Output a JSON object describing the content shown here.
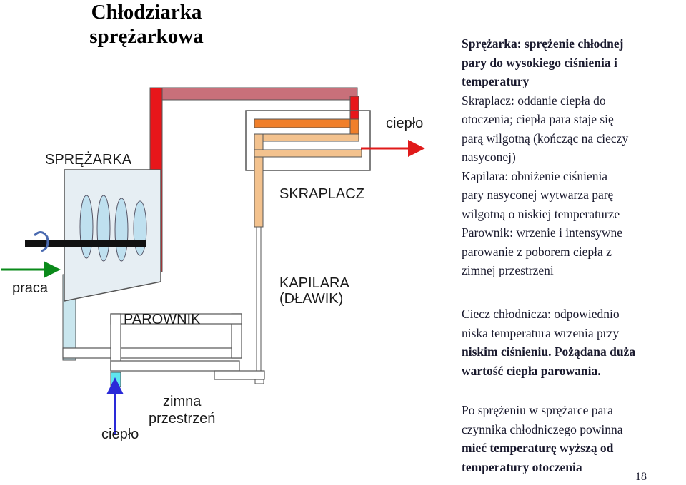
{
  "title": {
    "line1": "Chłodziarka",
    "line2": "sprężarkowa"
  },
  "labels": {
    "compressor": "SPRĘŻARKA",
    "work": "praca",
    "evaporator": "PAROWNIK",
    "condenser": "SKRAPLACZ",
    "capillary_line1": "KAPILARA",
    "capillary_line2": "(DŁAWIK)",
    "heat_out": "ciepło",
    "heat_in": "ciepło",
    "cold_space_line1": "zimna",
    "cold_space_line2": "przestrzeń"
  },
  "description": {
    "block1": [
      "Sprężarka: sprężenie chłodnej",
      "pary do wysokiego ciśnienia i",
      "temperatury",
      "Skraplacz: oddanie ciepła do",
      "otoczenia; ciepła para staje się",
      "parą wilgotną (kończąc na cieczy",
      "nasyconej)",
      "Kapilara: obniżenie ciśnienia",
      "pary nasyconej wytwarza parę",
      "wilgotną o niskiej temperaturze",
      "Parownik: wrzenie i intensywne",
      "parowanie z poborem ciepła z",
      "zimnej przestrzeni"
    ],
    "block2": [
      "Ciecz chłodnicza: odpowiednio",
      "niska temperatura wrzenia przy",
      "niskim ciśnieniu. Pożądana duża",
      "wartość ciepła parowania."
    ],
    "block3": [
      "Po sprężeniu w sprężarce para",
      "czynnika chłodniczego powinna",
      "mieć temperaturę wyższą od",
      "temperatury otoczenia"
    ]
  },
  "page_number": "18",
  "colors": {
    "hot_pipe": "#e8161a",
    "hot_pipe_top": "#c8707a",
    "warm_pipe": "#f07f2a",
    "tan_pipe": "#f3c28e",
    "cold_pipe": "#c9e6ee",
    "cyan_pipe": "#5fe6ee",
    "compressor_fill": "#e6eef3",
    "piston_fill": "#bfe0ef",
    "heat_arrow": "#e01a1a",
    "cold_arrow": "#2a2ad8",
    "work_arrow": "#0a8a1a"
  }
}
